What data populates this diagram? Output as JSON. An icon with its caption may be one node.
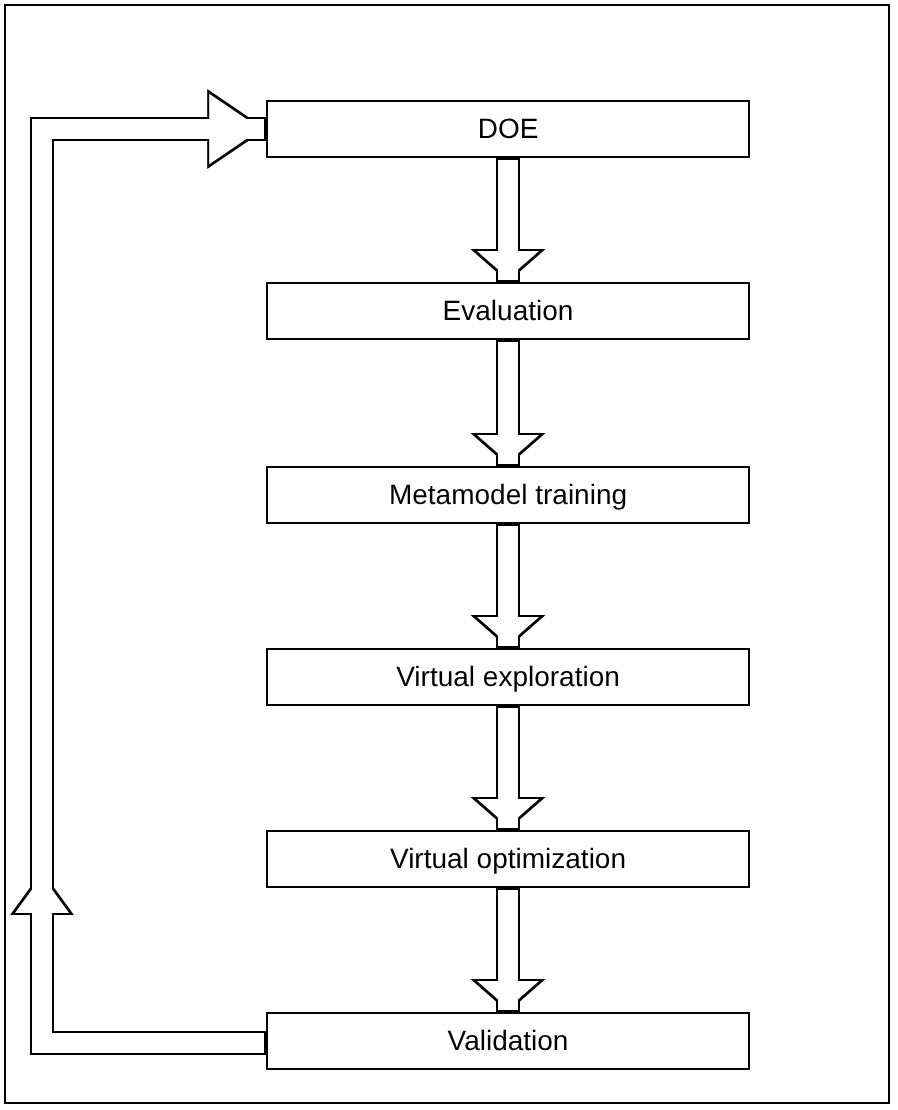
{
  "diagram": {
    "nodes": [
      {
        "text": [
          "DOE"
        ]
      },
      {
        "text": [
          "Evaluation"
        ]
      },
      {
        "text": [
          "Metamodel training"
        ]
      },
      {
        "text": [
          "Virtual exploration"
        ]
      },
      {
        "text": [
          "Virtual optimization"
        ]
      },
      {
        "text": [
          "Validation"
        ]
      }
    ],
    "edges": [
      {
        "from": 0,
        "to": 1,
        "arrow": "to"
      },
      {
        "from": 1,
        "to": 2,
        "arrow": "to"
      },
      {
        "from": 2,
        "to": 3,
        "arrow": "to"
      },
      {
        "from": 3,
        "to": 4,
        "arrow": "to"
      },
      {
        "from": 4,
        "to": 5,
        "arrow": "to"
      },
      {
        "from": 5,
        "to": 0,
        "arrow": "to"
      }
    ]
  }
}
